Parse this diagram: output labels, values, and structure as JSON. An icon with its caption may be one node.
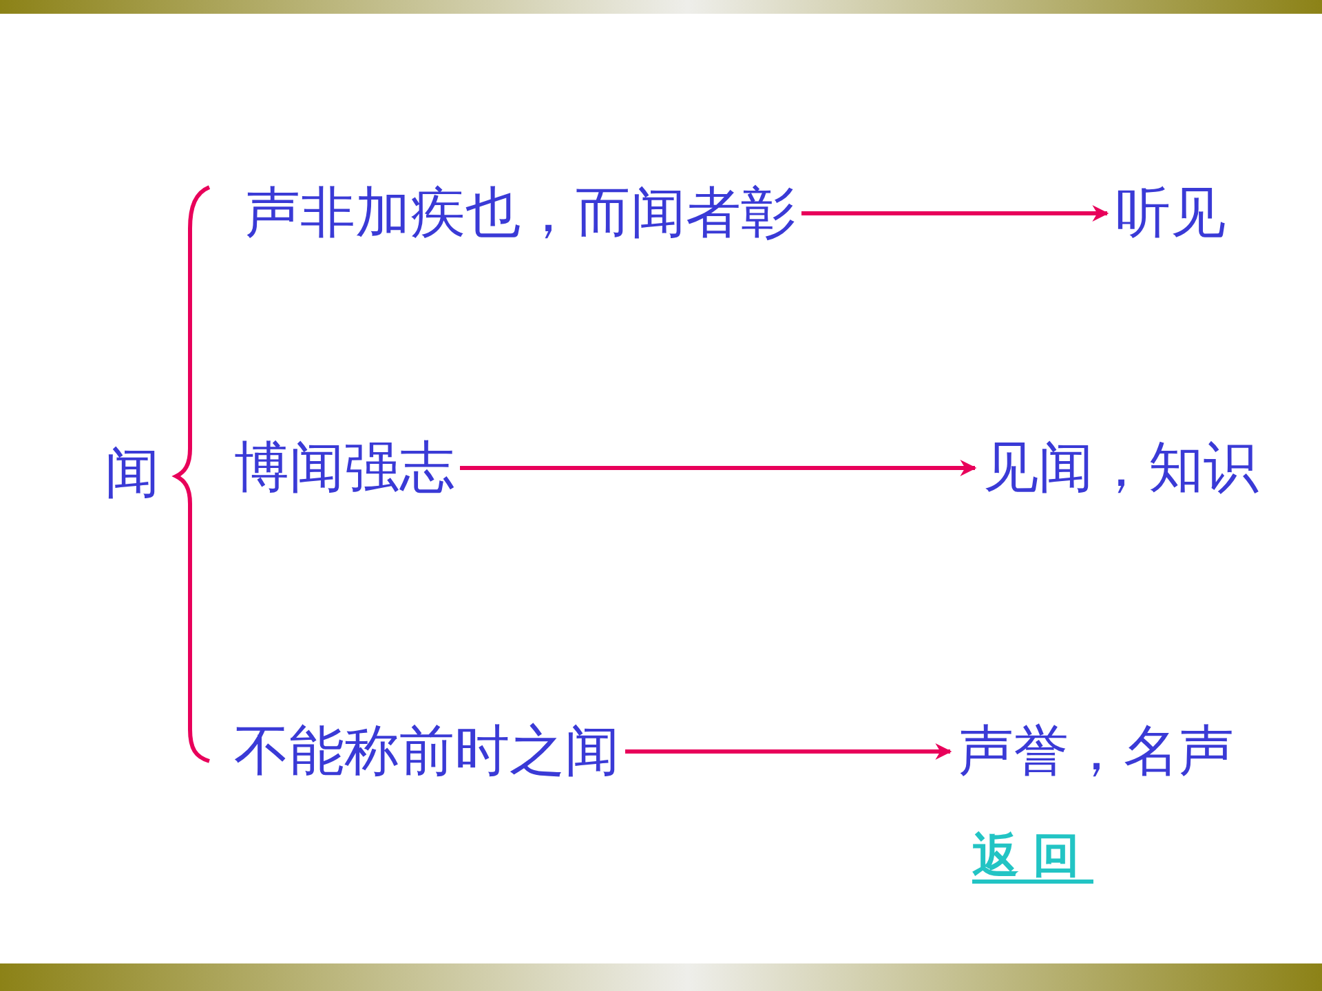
{
  "diagram": {
    "nodes": [
      {
        "text": [
          "声非加疾也，而闻者彰"
        ]
      },
      {
        "text": [
          "听见"
        ]
      },
      {
        "text": [
          "博闻强志"
        ]
      },
      {
        "text": [
          "见闻，知识"
        ]
      },
      {
        "text": [
          "不能称前时之闻"
        ]
      },
      {
        "text": [
          "声誉，名声"
        ]
      }
    ],
    "edges": [
      {
        "from": 0,
        "to": 1,
        "arrow": "to"
      },
      {
        "from": 2,
        "to": 3,
        "arrow": "to"
      },
      {
        "from": 4,
        "to": 5,
        "arrow": "to"
      }
    ],
    "labels": [
      "闻",
      "返回"
    ]
  }
}
